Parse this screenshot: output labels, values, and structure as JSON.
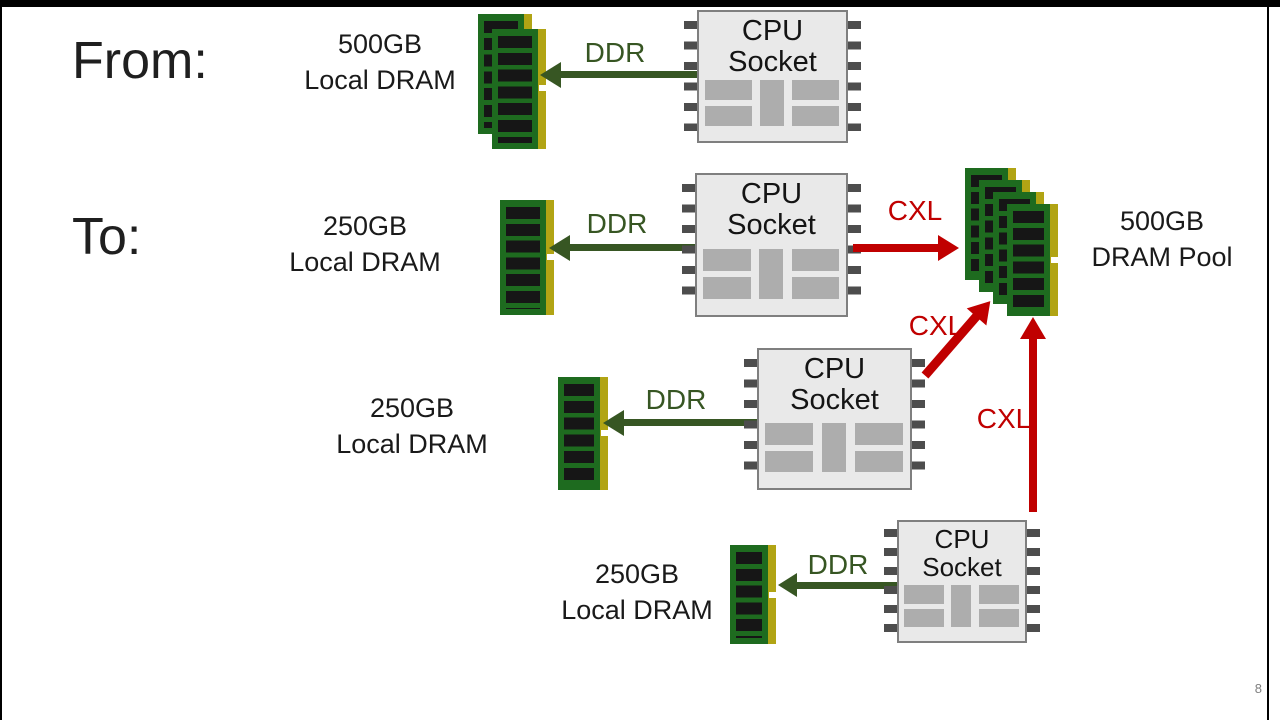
{
  "slide": {
    "from_label": "From:",
    "to_label": "To:",
    "page_number": "8"
  },
  "cpu_socket": {
    "line1": "CPU",
    "line2": "Socket"
  },
  "links": {
    "ddr": "DDR",
    "cxl": "CXL"
  },
  "memory_labels": {
    "from_dram": {
      "size": "500GB",
      "kind": "Local DRAM"
    },
    "dram1": {
      "size": "250GB",
      "kind": "Local DRAM"
    },
    "dram2": {
      "size": "250GB",
      "kind": "Local DRAM"
    },
    "dram3": {
      "size": "250GB",
      "kind": "Local DRAM"
    },
    "pool": {
      "size": "500GB",
      "kind": "DRAM Pool"
    }
  },
  "connections": [
    {
      "from": "cpu-socket-from",
      "to": "dram-from",
      "type": "DDR"
    },
    {
      "from": "cpu-socket-1",
      "to": "dram-1",
      "type": "DDR"
    },
    {
      "from": "cpu-socket-1",
      "to": "dram-pool",
      "type": "CXL"
    },
    {
      "from": "cpu-socket-2",
      "to": "dram-2",
      "type": "DDR"
    },
    {
      "from": "cpu-socket-2",
      "to": "dram-pool",
      "type": "CXL"
    },
    {
      "from": "cpu-socket-3",
      "to": "dram-3",
      "type": "DDR"
    },
    {
      "from": "cpu-socket-3",
      "to": "dram-pool",
      "type": "CXL"
    }
  ],
  "colors": {
    "ddr_green": "#375623",
    "cxl_red": "#c00000",
    "pcb_green": "#1e6b1f",
    "chip_black": "#161616",
    "gold_edge": "#b1a414",
    "socket_fill": "#e9e9e9",
    "socket_border": "#7f7f7f",
    "pin_gray": "#4d4d4d",
    "channel_block_gray": "#adadad",
    "frame_black": "#000000",
    "page_number_gray": "#808080"
  }
}
